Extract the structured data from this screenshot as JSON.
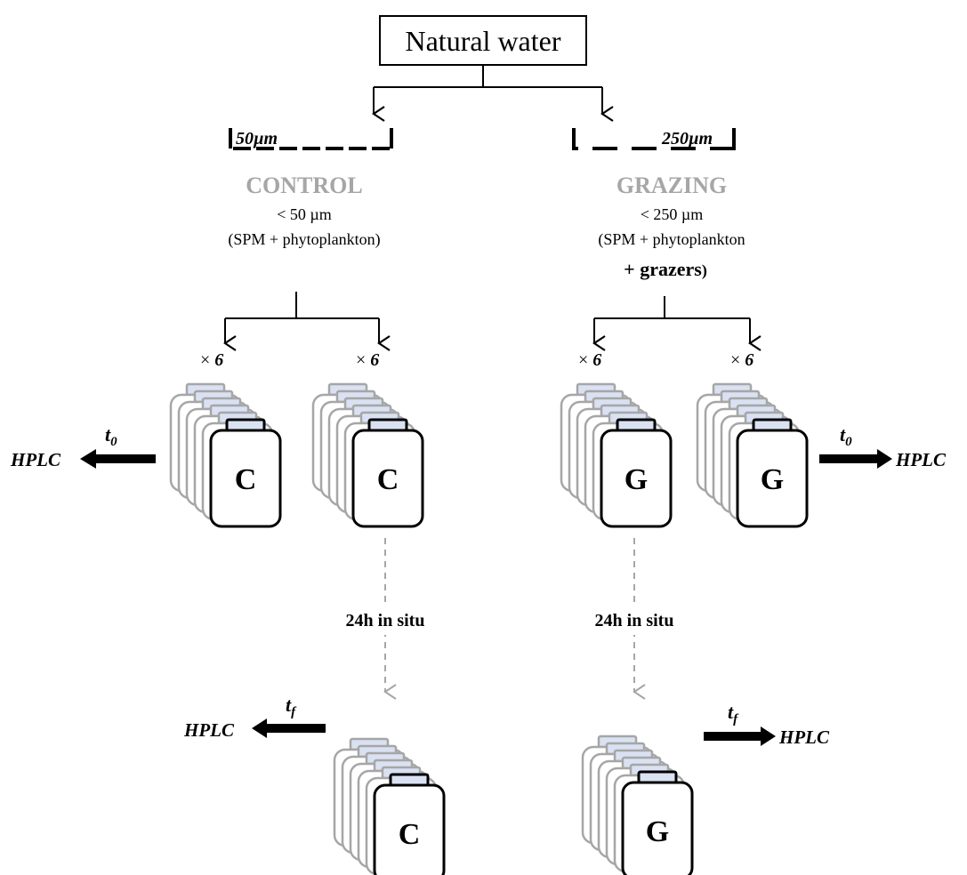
{
  "top": {
    "label": "Natural water"
  },
  "sieves": {
    "left_label": "50µm",
    "right_label": "250µm"
  },
  "control": {
    "title": "CONTROL",
    "size": "< 50 µm",
    "content": "(SPM + phytoplankton)"
  },
  "grazing": {
    "title": "GRAZING",
    "size": "< 250 µm",
    "content": "(SPM + phytoplankton",
    "grazers": "+ grazers",
    "paren": ")"
  },
  "replicates": {
    "times": "×",
    "count": "6"
  },
  "bottles": {
    "control_letter": "C",
    "grazing_letter": "G"
  },
  "incubation": {
    "label": "24h in situ"
  },
  "analysis": {
    "method": "HPLC",
    "t_var": "t",
    "t0_sub": "0",
    "tf_sub": "f"
  },
  "colors": {
    "bottle_stroke": "#000000",
    "stack_stroke": "#a6a6a6",
    "cap_fill": "#d9e1f2",
    "grey_text": "#a6a6a6",
    "dashed_arrow": "#a6a6a6"
  }
}
